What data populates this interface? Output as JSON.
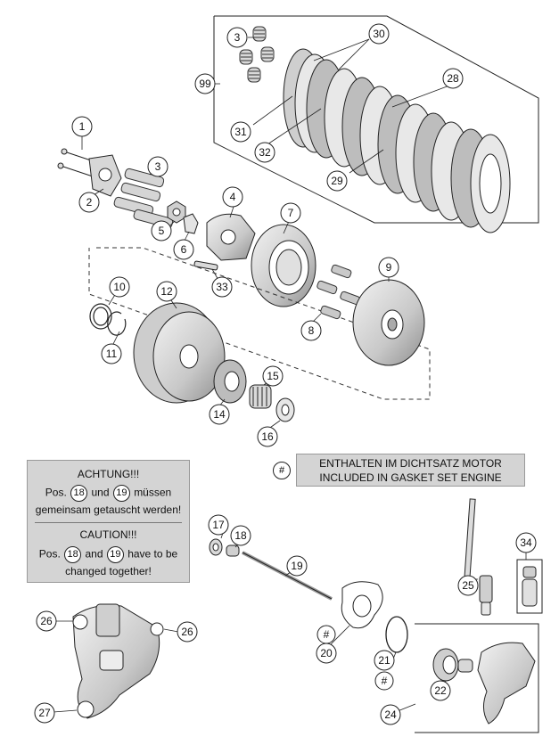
{
  "callouts": [
    {
      "key": "c1",
      "label": "1"
    },
    {
      "key": "c2",
      "label": "2"
    },
    {
      "key": "c3a",
      "label": "3"
    },
    {
      "key": "c3b",
      "label": "3"
    },
    {
      "key": "c4",
      "label": "4"
    },
    {
      "key": "c5",
      "label": "5"
    },
    {
      "key": "c6",
      "label": "6"
    },
    {
      "key": "c7",
      "label": "7"
    },
    {
      "key": "c8",
      "label": "8"
    },
    {
      "key": "c9",
      "label": "9"
    },
    {
      "key": "c10",
      "label": "10"
    },
    {
      "key": "c11",
      "label": "11"
    },
    {
      "key": "c12",
      "label": "12"
    },
    {
      "key": "c14",
      "label": "14"
    },
    {
      "key": "c15",
      "label": "15"
    },
    {
      "key": "c16",
      "label": "16"
    },
    {
      "key": "c17",
      "label": "17"
    },
    {
      "key": "c18",
      "label": "18"
    },
    {
      "key": "c19",
      "label": "19"
    },
    {
      "key": "c20",
      "label": "20"
    },
    {
      "key": "c21",
      "label": "21"
    },
    {
      "key": "c22",
      "label": "22"
    },
    {
      "key": "c24",
      "label": "24"
    },
    {
      "key": "c25",
      "label": "25"
    },
    {
      "key": "c26a",
      "label": "26"
    },
    {
      "key": "c26b",
      "label": "26"
    },
    {
      "key": "c27",
      "label": "27"
    },
    {
      "key": "c28",
      "label": "28"
    },
    {
      "key": "c29",
      "label": "29"
    },
    {
      "key": "c30",
      "label": "30"
    },
    {
      "key": "c31",
      "label": "31"
    },
    {
      "key": "c32",
      "label": "32"
    },
    {
      "key": "c33",
      "label": "33"
    },
    {
      "key": "c34",
      "label": "34"
    },
    {
      "key": "c99",
      "label": "99"
    },
    {
      "key": "h20",
      "label": "#"
    },
    {
      "key": "h21",
      "label": "#"
    }
  ],
  "warning": {
    "de_title": "ACHTUNG!!!",
    "de_pos": "Pos.",
    "de_and": "und",
    "de_tail": "müssen",
    "de_line3": "gemeinsam getauscht werden!",
    "en_title": "CAUTION!!!",
    "en_pos": "Pos.",
    "en_and": "and",
    "en_tail": "have to be",
    "en_line3": "changed together!",
    "ref_a": "18",
    "ref_b": "19"
  },
  "gasket_note": {
    "symbol": "#",
    "line_de": "ENTHALTEN IM DICHTSATZ MOTOR",
    "line_en": "INCLUDED IN GASKET SET ENGINE"
  }
}
